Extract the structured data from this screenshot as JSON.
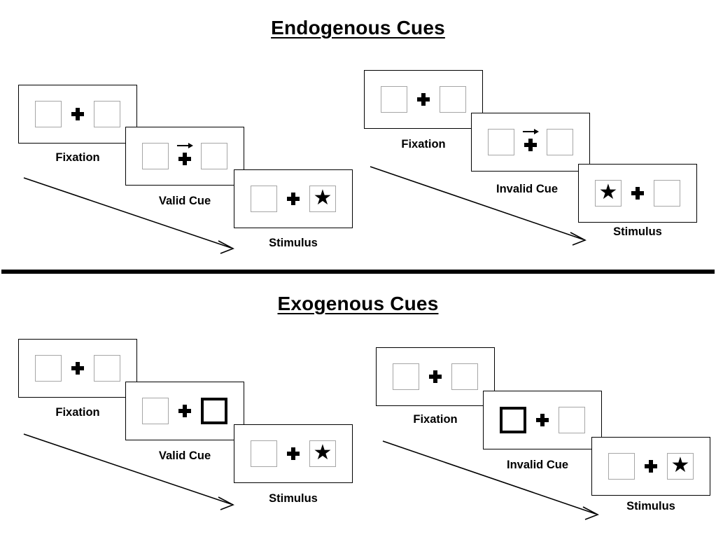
{
  "page": {
    "background": "#ffffff",
    "ink": "#000000",
    "box_outline_color": "#a6a6a6",
    "cued_box_outline_color": "#000000"
  },
  "divider": {
    "name": "horizontal-rule"
  },
  "sections": [
    {
      "id": "endogenous",
      "title": "Endogenous Cues",
      "sequences": [
        {
          "id": "endogenous-valid",
          "frames": [
            {
              "label": "Fixation",
              "left_box": "empty",
              "right_box": "empty",
              "center": "fixation-cross",
              "arrow_cue": "none",
              "cued_side": "none"
            },
            {
              "label": "Valid Cue",
              "left_box": "empty",
              "right_box": "empty",
              "center": "fixation-cross-with-arrow",
              "arrow_cue": "right",
              "cued_side": "none"
            },
            {
              "label": "Stimulus",
              "left_box": "empty",
              "right_box": "star",
              "center": "fixation-cross",
              "arrow_cue": "none",
              "cued_side": "none"
            }
          ]
        },
        {
          "id": "endogenous-invalid",
          "frames": [
            {
              "label": "Fixation",
              "left_box": "empty",
              "right_box": "empty",
              "center": "fixation-cross",
              "arrow_cue": "none",
              "cued_side": "none"
            },
            {
              "label": "Invalid Cue",
              "left_box": "empty",
              "right_box": "empty",
              "center": "fixation-cross-with-arrow",
              "arrow_cue": "right",
              "cued_side": "none"
            },
            {
              "label": "Stimulus",
              "left_box": "star",
              "right_box": "empty",
              "center": "fixation-cross",
              "arrow_cue": "none",
              "cued_side": "none"
            }
          ]
        }
      ]
    },
    {
      "id": "exogenous",
      "title": "Exogenous Cues",
      "sequences": [
        {
          "id": "exogenous-valid",
          "frames": [
            {
              "label": "Fixation",
              "left_box": "empty",
              "right_box": "empty",
              "center": "fixation-cross",
              "arrow_cue": "none",
              "cued_side": "none"
            },
            {
              "label": "Valid Cue",
              "left_box": "empty",
              "right_box": "empty",
              "center": "fixation-cross",
              "arrow_cue": "none",
              "cued_side": "right"
            },
            {
              "label": "Stimulus",
              "left_box": "empty",
              "right_box": "star",
              "center": "fixation-cross",
              "arrow_cue": "none",
              "cued_side": "none"
            }
          ]
        },
        {
          "id": "exogenous-invalid",
          "frames": [
            {
              "label": "Fixation",
              "left_box": "empty",
              "right_box": "empty",
              "center": "fixation-cross",
              "arrow_cue": "none",
              "cued_side": "none"
            },
            {
              "label": "Invalid Cue",
              "left_box": "empty",
              "right_box": "empty",
              "center": "fixation-cross",
              "arrow_cue": "none",
              "cued_side": "left"
            },
            {
              "label": "Stimulus",
              "left_box": "empty",
              "right_box": "star",
              "center": "fixation-cross",
              "arrow_cue": "none",
              "cued_side": "none"
            }
          ]
        }
      ]
    }
  ],
  "glyphs": {
    "star": "★",
    "arrow_right": "→"
  },
  "flow_arrows": [
    {
      "name": "time-flow-arrow-endogenous-valid"
    },
    {
      "name": "time-flow-arrow-endogenous-invalid"
    },
    {
      "name": "time-flow-arrow-exogenous-valid"
    },
    {
      "name": "time-flow-arrow-exogenous-invalid"
    }
  ]
}
